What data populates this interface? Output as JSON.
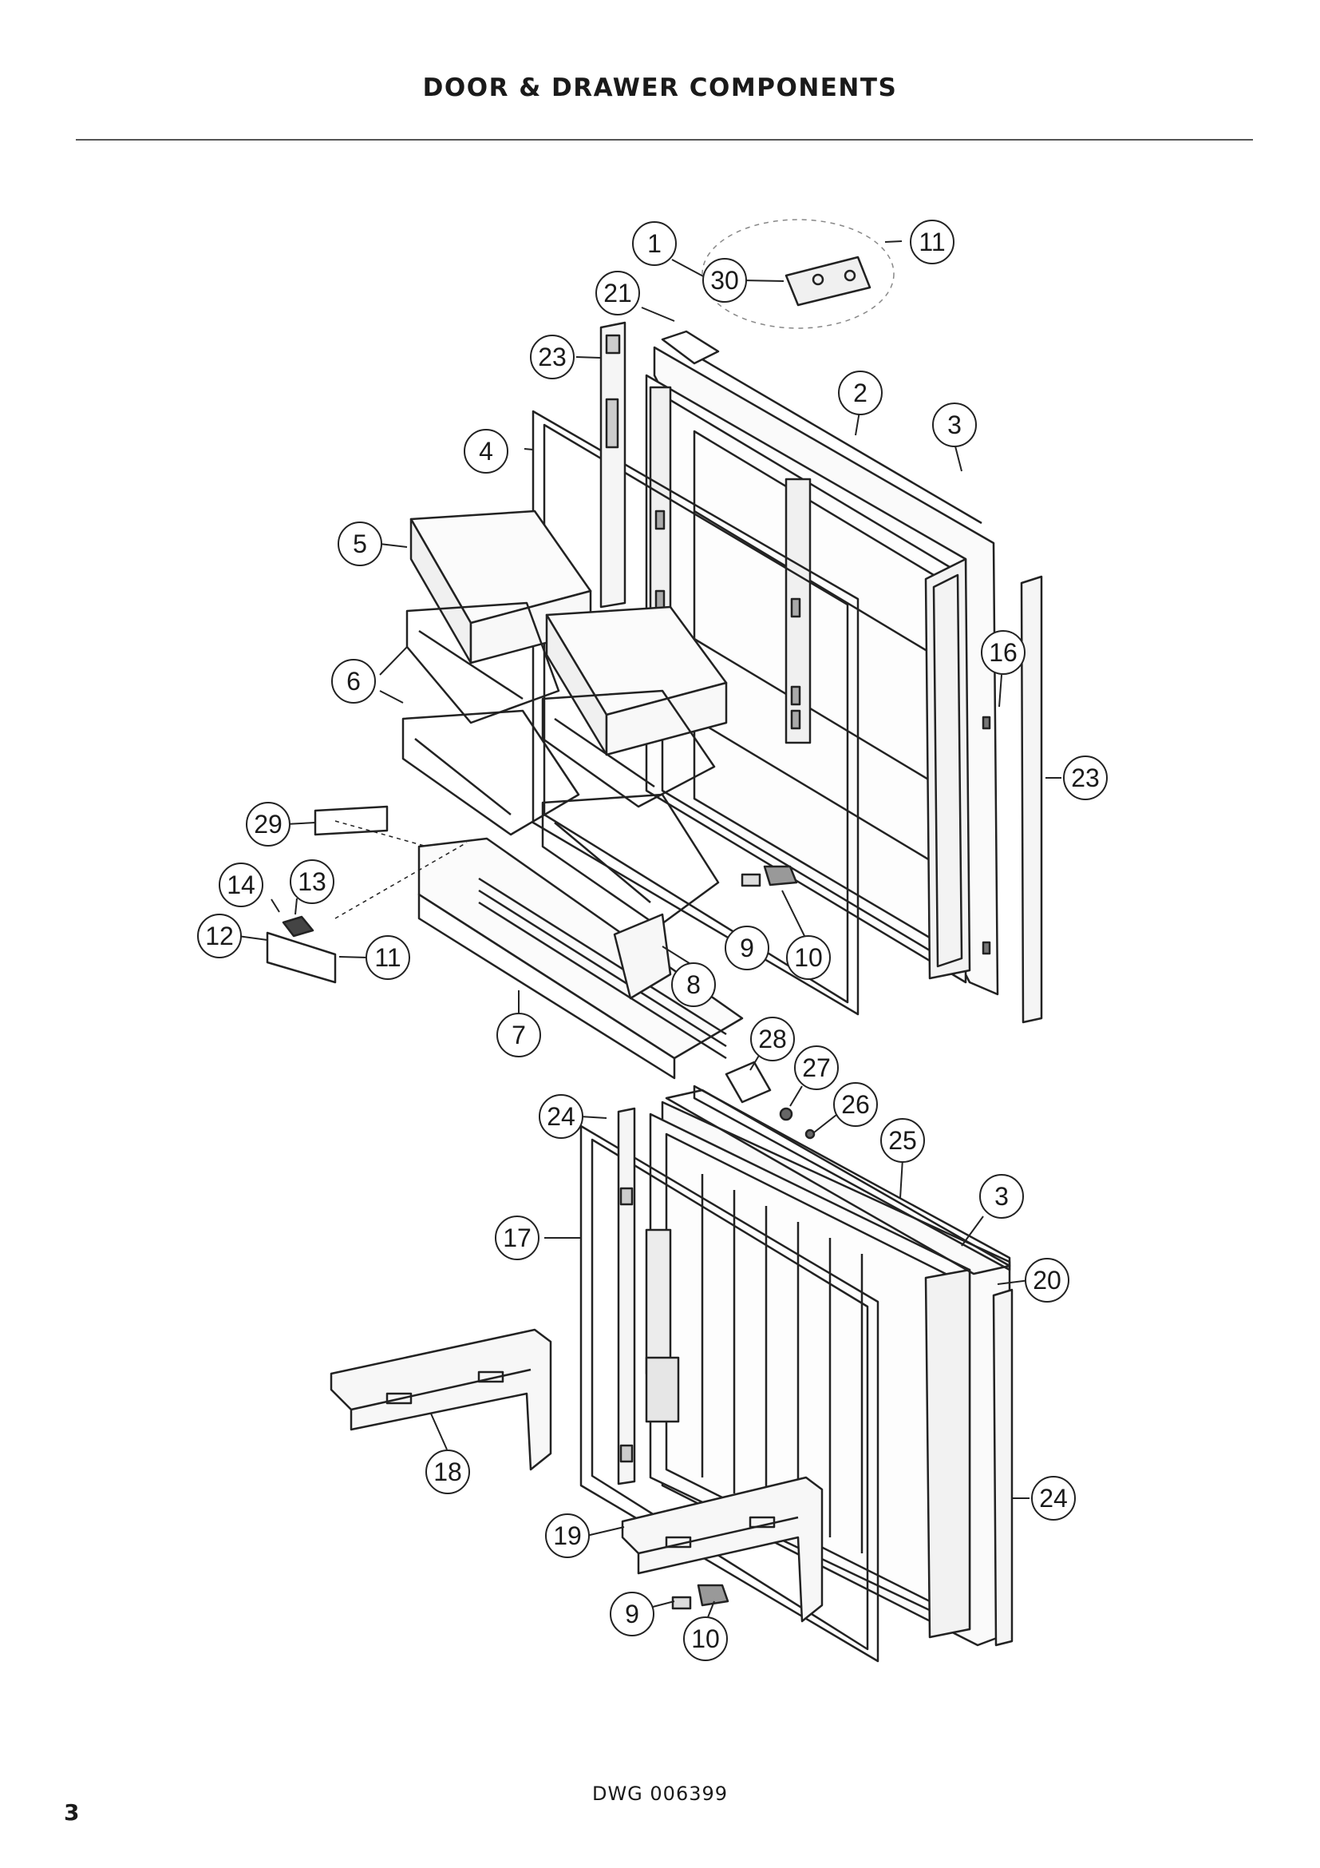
{
  "header": {
    "title": "DOOR & DRAWER COMPONENTS"
  },
  "footer": {
    "drawing_number": "DWG 006399",
    "page_number": "3"
  },
  "callouts": [
    "1",
    "30",
    "11",
    "21",
    "23",
    "2",
    "3",
    "4",
    "5",
    "6",
    "16",
    "23",
    "29",
    "14",
    "13",
    "12",
    "11",
    "9",
    "10",
    "8",
    "7",
    "28",
    "27",
    "26",
    "24",
    "25",
    "3",
    "17",
    "20",
    "18",
    "24",
    "19",
    "9",
    "10"
  ]
}
